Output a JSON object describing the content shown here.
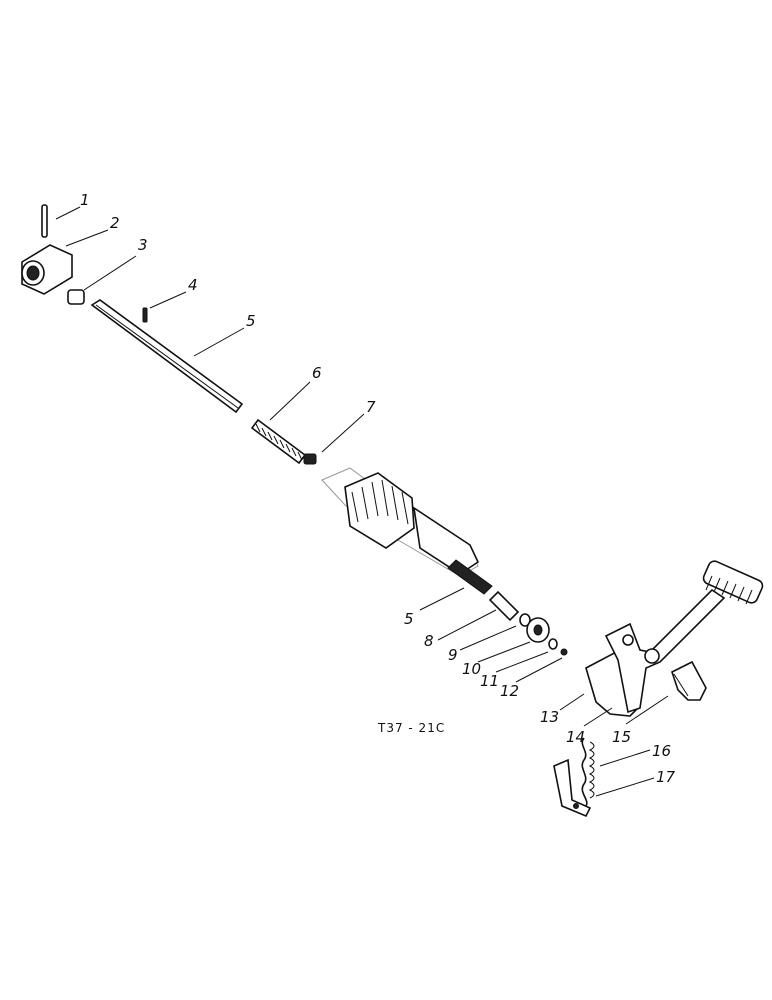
{
  "figure_code": "T37 - 21C",
  "callouts": [
    "1",
    "2",
    "3",
    "4",
    "5",
    "6",
    "7",
    "5",
    "8",
    "9",
    "10",
    "11",
    "12",
    "13",
    "14",
    "15",
    "16",
    "17"
  ],
  "colors": {
    "ink": "#111111",
    "background": "#ffffff"
  }
}
